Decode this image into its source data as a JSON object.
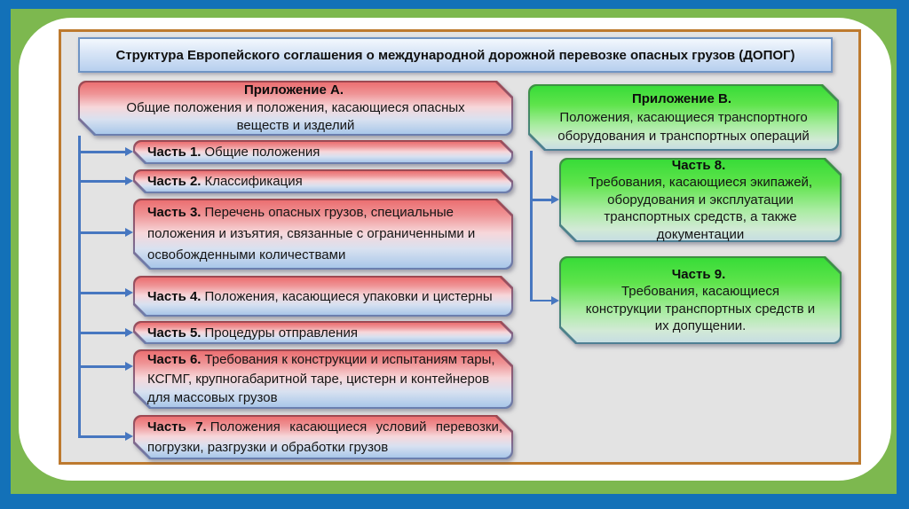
{
  "slide_title": "Структура Европейского соглашения о международной дорожной перевозке опасных грузов (ДОПОГ)",
  "annex_a": {
    "title": "Приложение А.",
    "description": "Общие положения и положения, касающиеся опасных веществ и изделий",
    "parts": [
      {
        "label": "Часть 1.",
        "text": "Общие положения"
      },
      {
        "label": "Часть 2.",
        "text": "Классификация"
      },
      {
        "label": "Часть 3.",
        "text": "Перечень опасных грузов, специальные положения и изъятия, связанные с ограниченными и освобожденными количествами"
      },
      {
        "label": "Часть 4.",
        "text": "Положения, касающиеся упаковки и цистерны"
      },
      {
        "label": "Часть 5.",
        "text": "Процедуры отправления"
      },
      {
        "label": "Часть 6.",
        "text": "Требования к конструкции и испытаниям тары, КСГМГ, крупногабаритной таре, цистерн и контейнеров для массовых грузов"
      },
      {
        "label": "Часть 7.",
        "text": "Положения касающиеся условий перевозки, погрузки, разгрузки и обработки грузов"
      }
    ]
  },
  "annex_b": {
    "title": "Приложение В.",
    "description": "Положения, касающиеся транспортного оборудования и транспортных операций",
    "parts": [
      {
        "label": "Часть 8.",
        "text": "Требования, касающиеся экипажей, оборудования и эксплуатации транспортных средств, а также документации"
      },
      {
        "label": "Часть 9.",
        "text": "Требования, касающиеся конструкции транспортных средств и их допущении."
      }
    ]
  },
  "colors": {
    "frame_blue": "#1371b8",
    "frame_green": "#7db84f",
    "panel_border_orange": "#bd7a2f",
    "panel_gray": "#e3e3e3",
    "connector_blue": "#4777c0",
    "annex_a_top": "#ec6f71",
    "annex_b_top": "#38dc38",
    "title_box_fill": "#dbe7f7"
  }
}
